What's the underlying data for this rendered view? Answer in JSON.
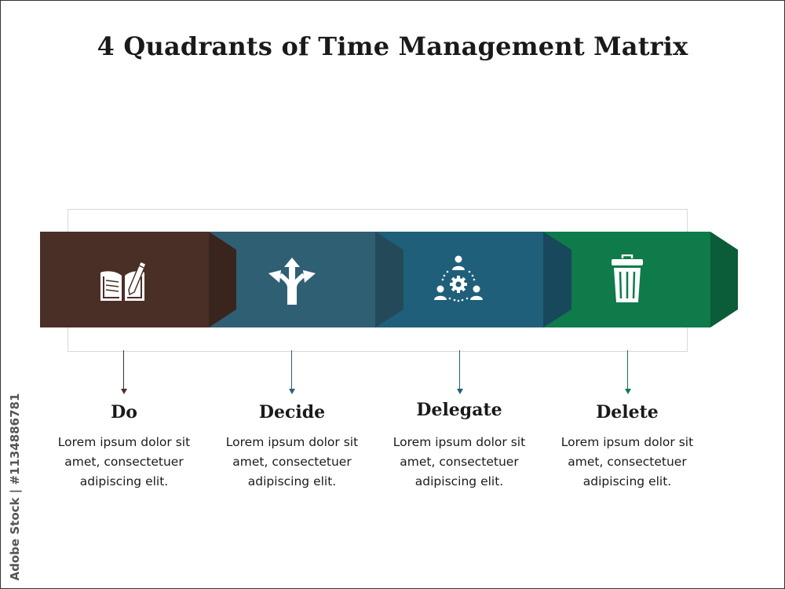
{
  "title": "4 Quadrants of Time Management Matrix",
  "colors": {
    "do": "#4a2f27",
    "do_dark": "#3a241e",
    "decide": "#2f5f73",
    "decide_dark": "#244a59",
    "delegate": "#1f5f7a",
    "delegate_dark": "#18485c",
    "delete": "#0f7a4a",
    "delete_dark": "#0b5c38"
  },
  "steps": [
    {
      "heading": "Do",
      "icon": "open-book-pen-icon",
      "line1": "Lorem ipsum dolor sit",
      "line2": "amet, consectetuer",
      "line3": "adipiscing elit."
    },
    {
      "heading": "Decide",
      "icon": "diverging-arrows-icon",
      "line1": "Lorem ipsum dolor sit",
      "line2": "amet, consectetuer",
      "line3": "adipiscing elit."
    },
    {
      "heading": "Delegate",
      "icon": "team-gear-icon",
      "line1": "Lorem ipsum dolor sit",
      "line2": "amet, consectetuer",
      "line3": "adipiscing elit."
    },
    {
      "heading": "Delete",
      "icon": "trash-bin-icon",
      "line1": "Lorem ipsum dolor sit",
      "line2": "amet, consectetuer",
      "line3": "adipiscing elit."
    }
  ],
  "watermark": "Adobe Stock | #1134886781"
}
